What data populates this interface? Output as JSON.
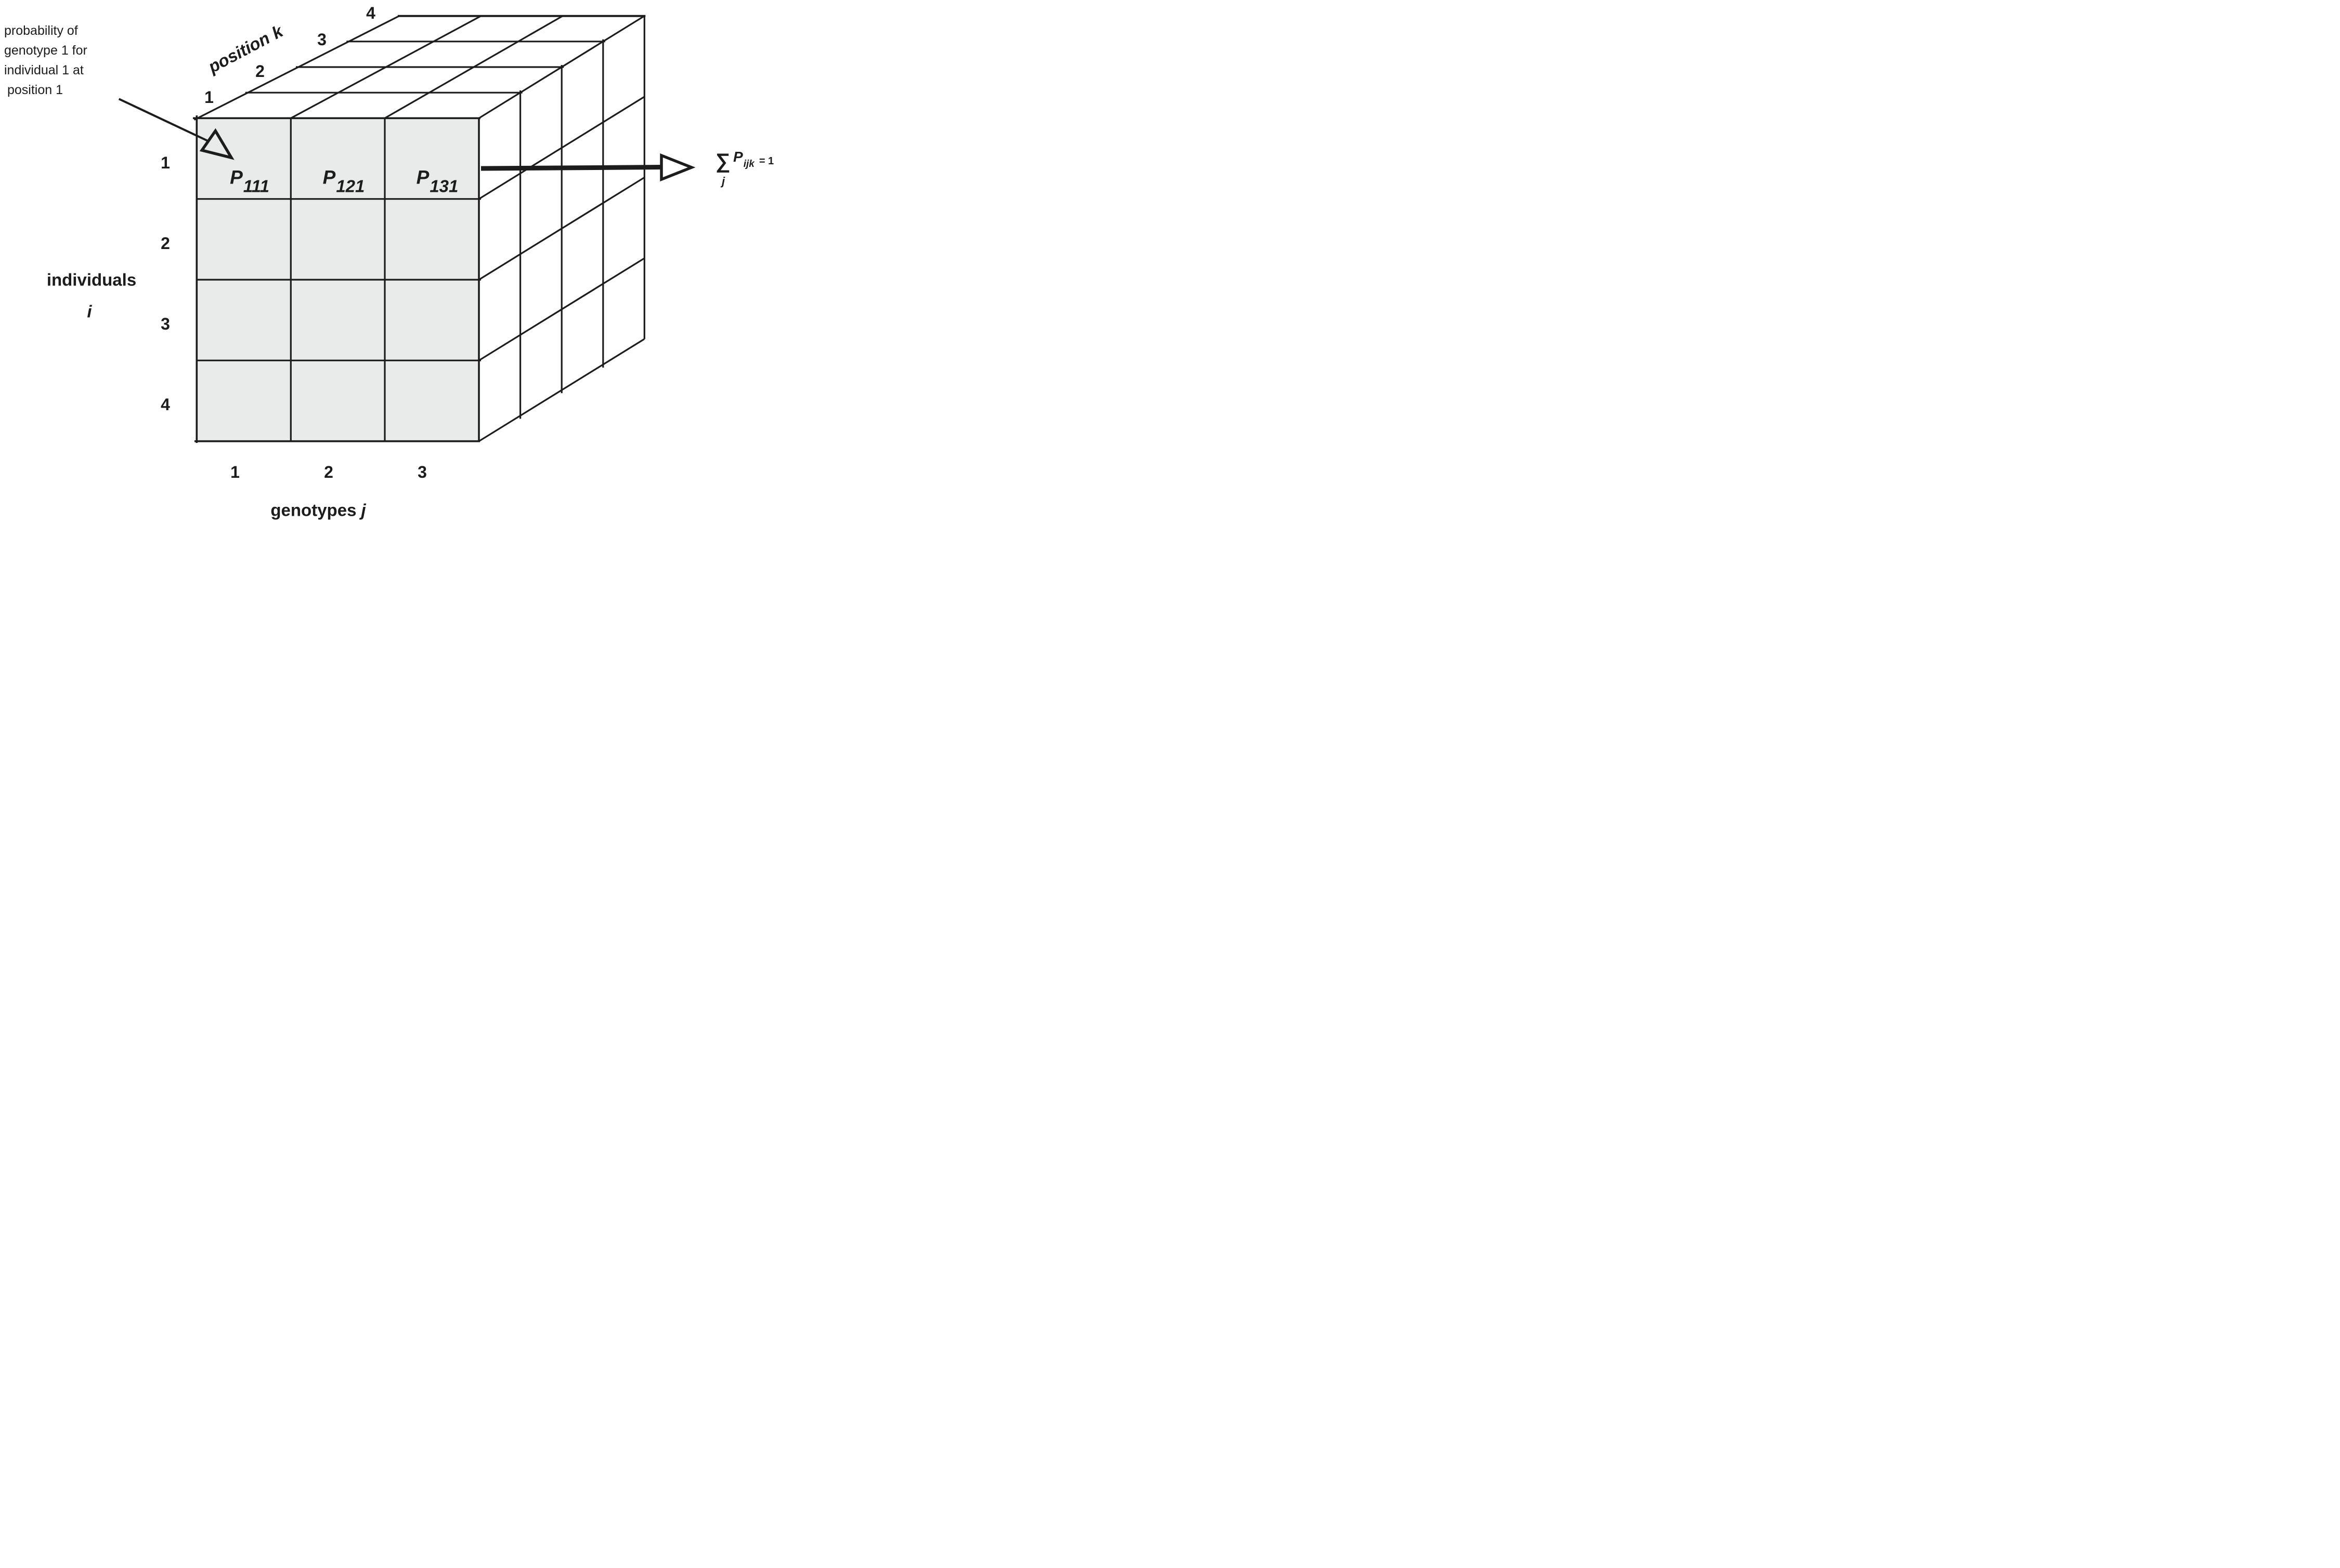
{
  "annotation": {
    "lines": [
      "probability of",
      "genotype 1 for",
      "individual 1 at",
      "position 1"
    ]
  },
  "axes": {
    "position": {
      "word": "position",
      "symbol": "k",
      "ticks": [
        "1",
        "2",
        "3",
        "4"
      ]
    },
    "individuals": {
      "word": "individuals",
      "symbol": "i",
      "ticks": [
        "1",
        "2",
        "3",
        "4"
      ]
    },
    "genotypes": {
      "word": "genotypes",
      "symbol": "j",
      "ticks": [
        "1",
        "2",
        "3"
      ]
    }
  },
  "cells": [
    {
      "base": "P",
      "sub": "111"
    },
    {
      "base": "P",
      "sub": "121"
    },
    {
      "base": "P",
      "sub": "131"
    }
  ],
  "formula": {
    "sigma": "∑",
    "index": "j",
    "base": "P",
    "sub": "ijk",
    "rhs": "= 1"
  },
  "cube": {
    "rows": 4,
    "cols": 3,
    "depth": 4
  },
  "colors": {
    "line": "#1c1c1c",
    "text": "#1c1c1c",
    "face": "#e9eaea",
    "background": "#ffffff"
  }
}
